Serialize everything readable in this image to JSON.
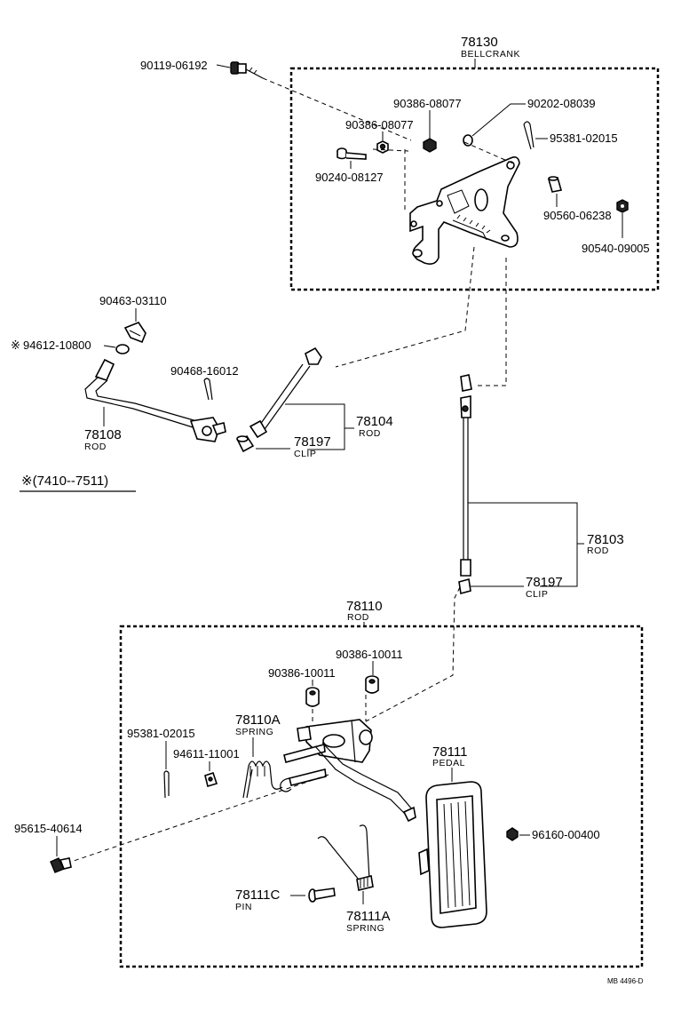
{
  "labels": {
    "bellcrank_num": "78130",
    "bellcrank_name": "BELLCRANK",
    "p_90119": "90119-06192",
    "p_90386_a": "90386-08077",
    "p_90202": "90202-08039",
    "p_90386_b": "90386-08077",
    "p_95381_a": "95381-02015",
    "p_90240": "90240-08127",
    "p_90560": "90560-06238",
    "p_90540": "90540-09005",
    "p_90463": "90463-03110",
    "p_94612": "94612-10800",
    "p_94612_mark": "※",
    "p_90468": "90468-16012",
    "rod78104_num": "78104",
    "rod78104_name": "ROD",
    "rod78108_num": "78108",
    "rod78108_name": "ROD",
    "clip1_num": "78197",
    "clip1_name": "CLIP",
    "note": "※(7410--7511)",
    "rod78103_num": "78103",
    "rod78103_name": "ROD",
    "clip2_num": "78197",
    "clip2_name": "CLIP",
    "rod78110_num": "78110",
    "rod78110_name": "ROD",
    "p_90386_10011_a": "90386-10011",
    "p_90386_10011_b": "90386-10011",
    "spring78110a_num": "78110A",
    "spring78110a_name": "SPRING",
    "p_95381_b": "95381-02015",
    "p_94611": "94611-11001",
    "pedal_num": "78111",
    "pedal_name": "PEDAL",
    "p_95615": "95615-40614",
    "p_96160": "96160-00400",
    "pin_num": "78111C",
    "pin_name": "PIN",
    "spring78111a_num": "78111A",
    "spring78111a_name": "SPRING",
    "footer": "MB 4496-D"
  }
}
